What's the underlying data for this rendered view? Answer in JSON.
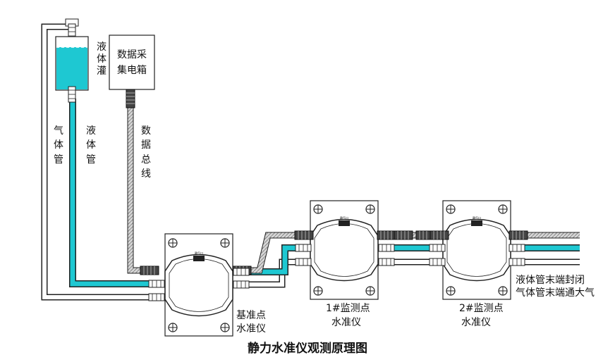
{
  "title": "静力水准仪观测原理图",
  "labels": {
    "liquid_tank": "液体灌",
    "daq_box": [
      "数据采",
      "集电箱"
    ],
    "gas_pipe": "气体管",
    "liquid_pipe": "液体管",
    "data_bus": "数据总线",
    "base_instrument": [
      "基准点",
      "水准仪"
    ],
    "monitor1_instrument": [
      "1#监测点",
      "水准仪"
    ],
    "monitor2_instrument": [
      "2#监测点",
      "水准仪"
    ],
    "end_note": [
      "液体管末端封闭",
      "气体管末端通大气"
    ],
    "device_mark": "静气口"
  },
  "colors": {
    "liquid": "#1ec8d2",
    "line": "#222222",
    "cable": "#9a9a9a"
  }
}
